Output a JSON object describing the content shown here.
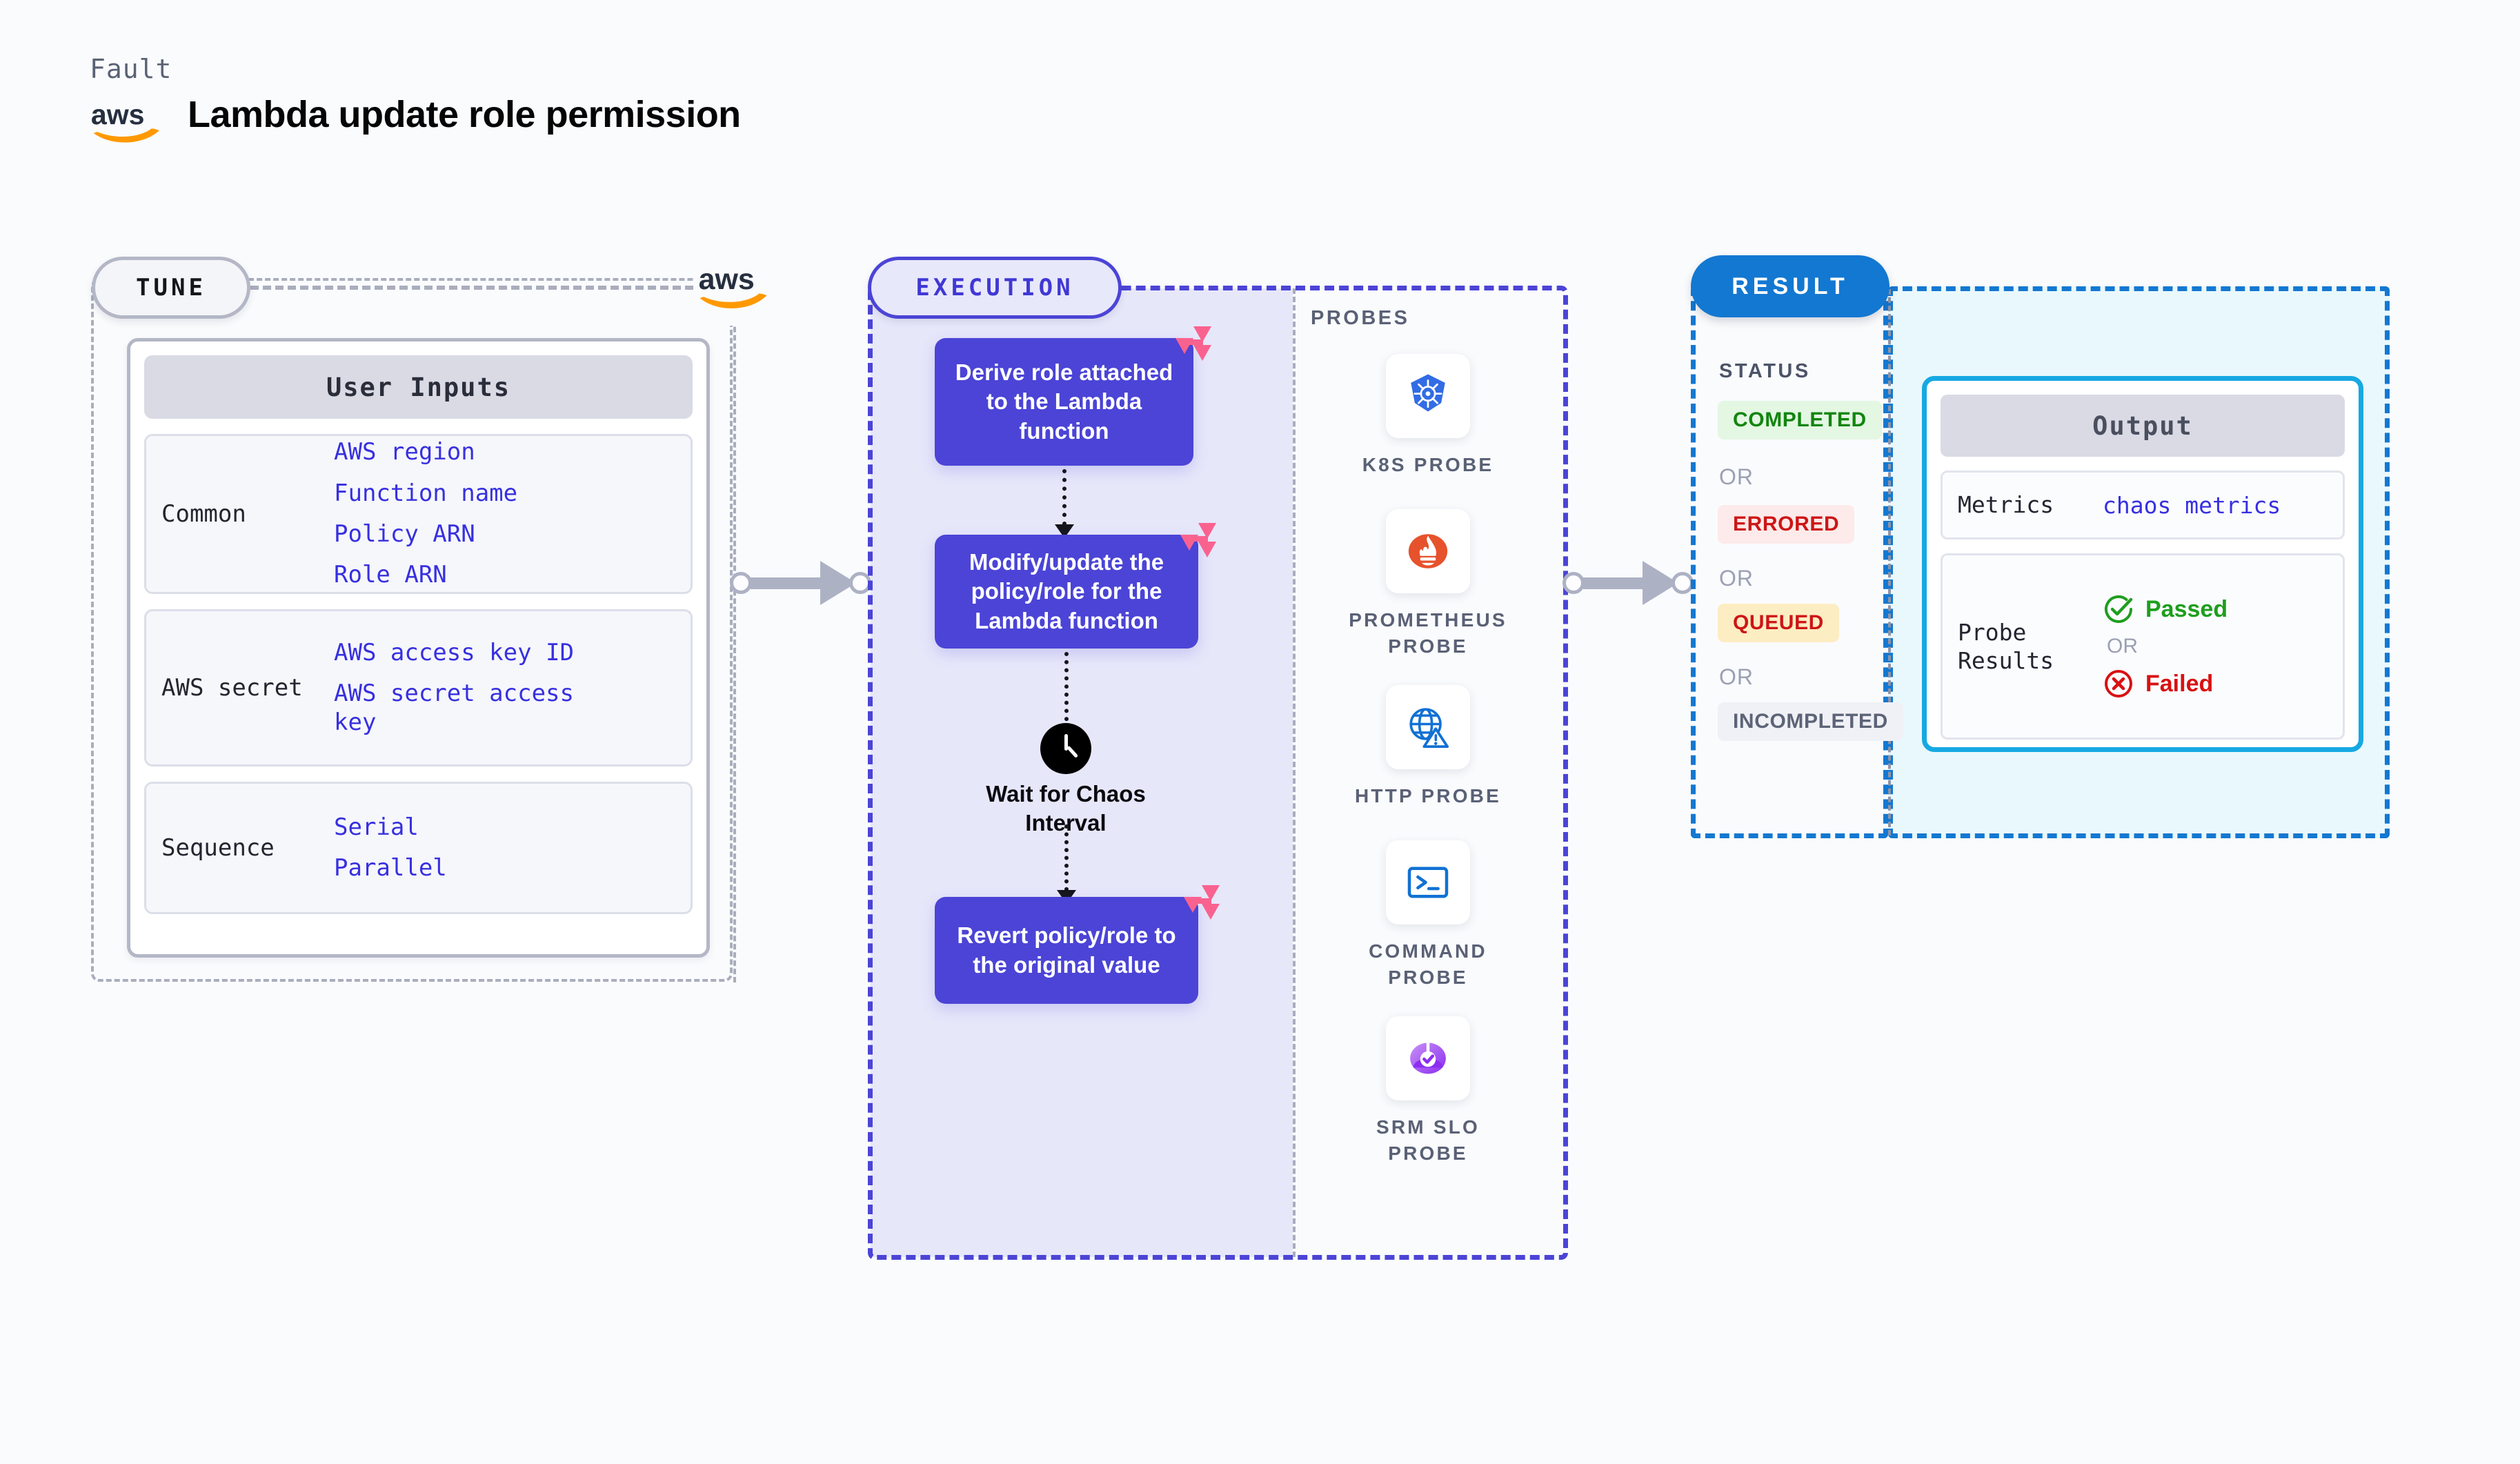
{
  "header": {
    "kicker": "Fault",
    "logo_icon": "aws-logo",
    "title": "Lambda update role permission"
  },
  "tune": {
    "badge": "TUNE",
    "aws_icon": "aws-logo",
    "card_title": "User Inputs",
    "groups": [
      {
        "label": "Common",
        "values": [
          "AWS region",
          "Function name",
          "Policy ARN",
          "Role ARN"
        ]
      },
      {
        "label": "AWS secret",
        "values": [
          "AWS access key ID",
          "AWS secret access key"
        ]
      },
      {
        "label": "Sequence",
        "values": [
          "Serial",
          "Parallel"
        ]
      }
    ]
  },
  "execution": {
    "badge": "EXECUTION",
    "steps": [
      {
        "text": "Derive role attached to the Lambda function",
        "icon": "litmus-icon"
      },
      {
        "text": "Modify/update the policy/role for the Lambda function",
        "icon": "litmus-icon"
      },
      {
        "text": "Revert policy/role to the original value",
        "icon": "litmus-icon"
      }
    ],
    "wait": {
      "icon": "clock-icon",
      "label": "Wait for Chaos Interval"
    }
  },
  "probes": {
    "title": "PROBES",
    "items": [
      {
        "label": "K8S PROBE",
        "icon": "kubernetes-icon"
      },
      {
        "label": "PROMETHEUS PROBE",
        "icon": "prometheus-icon"
      },
      {
        "label": "HTTP PROBE",
        "icon": "globe-warning-icon"
      },
      {
        "label": "COMMAND PROBE",
        "icon": "terminal-icon"
      },
      {
        "label": "SRM SLO PROBE",
        "icon": "srm-slo-icon"
      }
    ]
  },
  "result": {
    "badge": "RESULT",
    "status_title": "STATUS",
    "or_label": "OR",
    "statuses": [
      {
        "label": "COMPLETED",
        "bg": "#e3f7e3",
        "color": "#12850f"
      },
      {
        "label": "ERRORED",
        "bg": "#fdeaea",
        "color": "#cd1616"
      },
      {
        "label": "QUEUED",
        "bg": "#fdedc3",
        "color": "#cd1616"
      },
      {
        "label": "INCOMPLETED",
        "bg": "#f0f1f6",
        "color": "#5d6478"
      }
    ],
    "output": {
      "title": "Output",
      "metrics_label": "Metrics",
      "metrics_value": "chaos metrics",
      "probe_results_label": "Probe Results",
      "passed_label": "Passed",
      "failed_label": "Failed",
      "or_label": "OR",
      "passed_icon": "check-circle-icon",
      "failed_icon": "x-circle-icon"
    }
  },
  "colors": {
    "accent_purple": "#4b44d6",
    "accent_blue": "#1378d1",
    "accent_cyan": "#16a9e3",
    "litmus_pink": "#f9628f",
    "aws_orange": "#ff9900",
    "mono_blue": "#3730e0"
  }
}
